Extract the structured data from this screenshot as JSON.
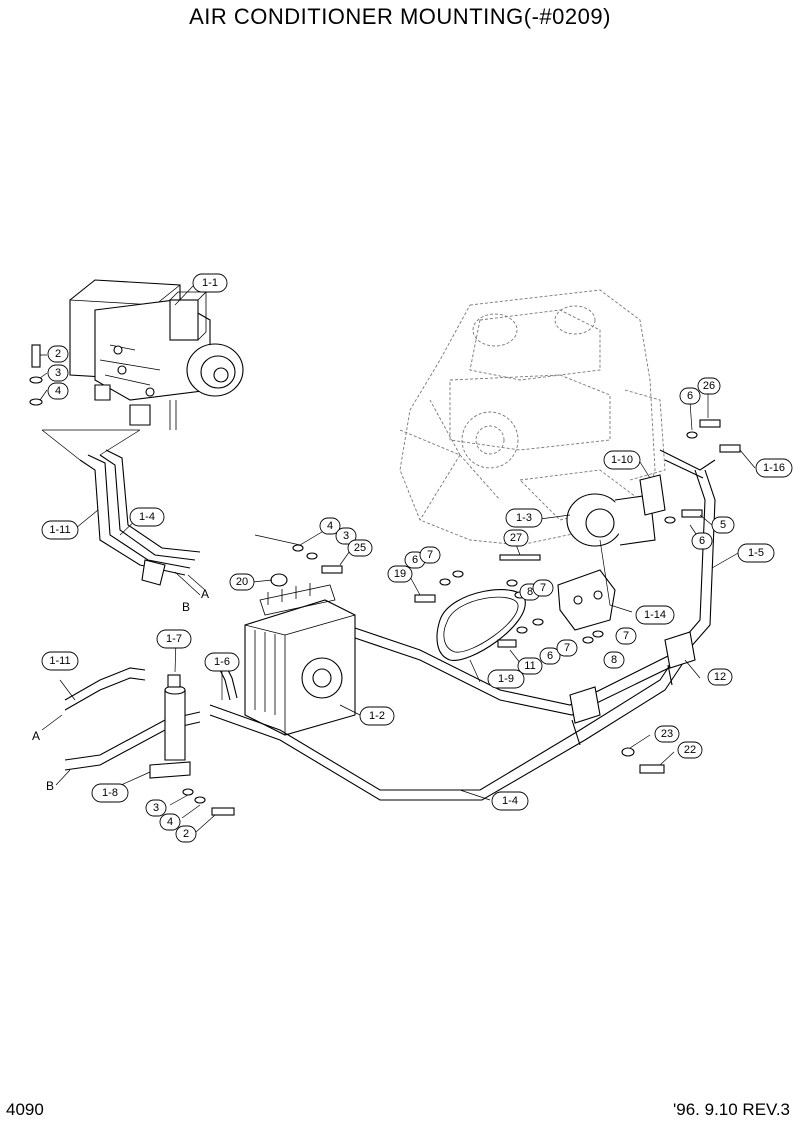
{
  "header": {
    "title": "AIR CONDITIONER MOUNTING(-#0209)"
  },
  "footer": {
    "page_number": "4090",
    "revision": "'96. 9.10  REV.3"
  },
  "callouts": {
    "c1_1": "1-1",
    "c2a": "2",
    "c3a": "3",
    "c4a": "4",
    "c1_11a": "1-11",
    "c1_4a": "1-4",
    "c26": "26",
    "c6a": "6",
    "c1_10": "1-10",
    "c1_16": "1-16",
    "c1_3": "1-3",
    "c5": "5",
    "c6b": "6",
    "c1_5": "1-5",
    "c4b": "4",
    "c3b": "3",
    "c25": "25",
    "c20": "20",
    "c27": "27",
    "c6c": "6",
    "c7a": "7",
    "c19": "19",
    "c8a": "8",
    "c7b": "7",
    "c1_14": "1-14",
    "c6d": "6",
    "c7c": "7",
    "c7d": "7",
    "c8b": "8",
    "c11": "11",
    "c1_9": "1-9",
    "c12": "12",
    "c1_7": "1-7",
    "c1_11b": "1-11",
    "c1_6": "1-6",
    "c1_2": "1-2",
    "c23": "23",
    "c22": "22",
    "c1_8": "1-8",
    "c3c": "3",
    "c4c": "4",
    "c2b": "2",
    "c1_4b": "1-4"
  },
  "labels": {
    "A1": "A",
    "B1": "B",
    "A2": "A",
    "B2": "B"
  }
}
